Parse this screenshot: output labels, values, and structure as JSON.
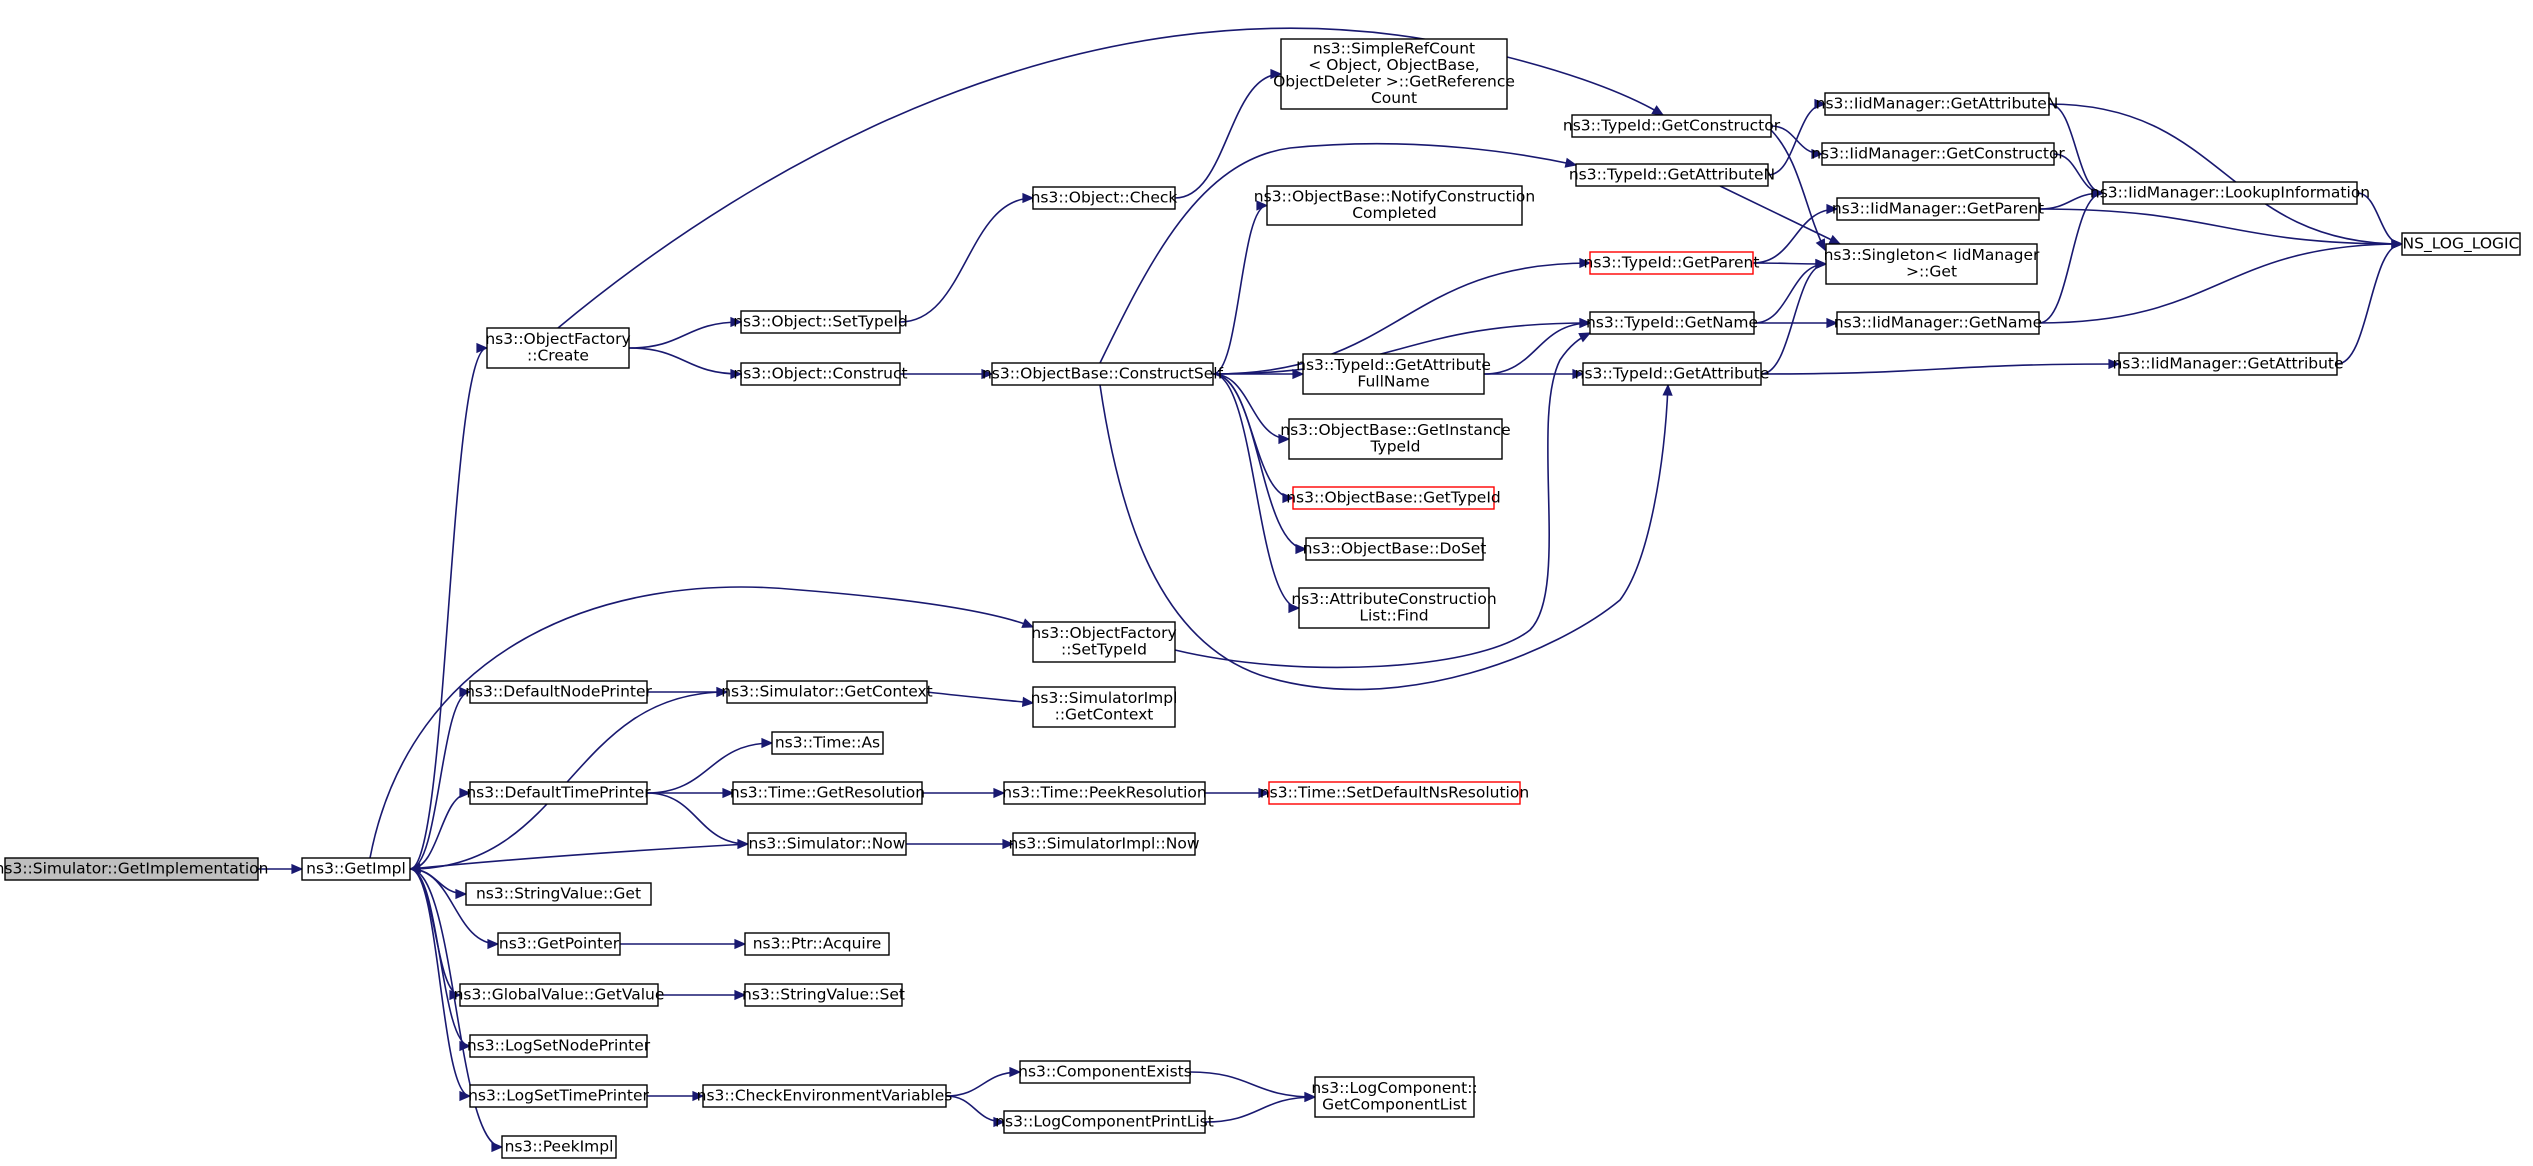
{
  "colors": {
    "edge": "#191970",
    "root_fill": "#bfbfbf",
    "highlight_border": "#ff0000",
    "node_border": "#000000"
  },
  "nodes": [
    {
      "id": "root",
      "lines": [
        "ns3::Simulator::GetImplementation"
      ],
      "style": "root"
    },
    {
      "id": "getimpl",
      "lines": [
        "ns3::GetImpl"
      ]
    },
    {
      "id": "of_create",
      "lines": [
        "ns3::ObjectFactory",
        "::Create"
      ]
    },
    {
      "id": "obj_settypeid",
      "lines": [
        "ns3::Object::SetTypeId"
      ]
    },
    {
      "id": "obj_construct",
      "lines": [
        "ns3::Object::Construct"
      ]
    },
    {
      "id": "obj_check",
      "lines": [
        "ns3::Object::Check"
      ]
    },
    {
      "id": "simplerefcount",
      "lines": [
        "ns3::SimpleRefCount",
        "< Object, ObjectBase,",
        "ObjectDeleter >::GetReference",
        "Count"
      ]
    },
    {
      "id": "ob_constructself",
      "lines": [
        "ns3::ObjectBase::ConstructSelf"
      ]
    },
    {
      "id": "ob_notify",
      "lines": [
        "ns3::ObjectBase::NotifyConstruction",
        "Completed"
      ]
    },
    {
      "id": "tid_getattrfullname",
      "lines": [
        "ns3::TypeId::GetAttribute",
        "FullName"
      ]
    },
    {
      "id": "ob_getinstance",
      "lines": [
        "ns3::ObjectBase::GetInstance",
        "TypeId"
      ]
    },
    {
      "id": "ob_gettypeid",
      "lines": [
        "ns3::ObjectBase::GetTypeId"
      ],
      "style": "red"
    },
    {
      "id": "ob_doset",
      "lines": [
        "ns3::ObjectBase::DoSet"
      ]
    },
    {
      "id": "acl_find",
      "lines": [
        "ns3::AttributeConstruction",
        "List::Find"
      ]
    },
    {
      "id": "tid_getconstructor",
      "lines": [
        "ns3::TypeId::GetConstructor"
      ]
    },
    {
      "id": "tid_getattributen",
      "lines": [
        "ns3::TypeId::GetAttributeN"
      ]
    },
    {
      "id": "tid_getparent",
      "lines": [
        "ns3::TypeId::GetParent"
      ],
      "style": "red"
    },
    {
      "id": "tid_getname",
      "lines": [
        "ns3::TypeId::GetName"
      ]
    },
    {
      "id": "tid_getattribute",
      "lines": [
        "ns3::TypeId::GetAttribute"
      ]
    },
    {
      "id": "singleton_get",
      "lines": [
        "ns3::Singleton< IidManager",
        ">::Get"
      ]
    },
    {
      "id": "iid_getattributen",
      "lines": [
        "ns3::IidManager::GetAttributeN"
      ]
    },
    {
      "id": "iid_getconstructor",
      "lines": [
        "ns3::IidManager::GetConstructor"
      ]
    },
    {
      "id": "iid_getparent",
      "lines": [
        "ns3::IidManager::GetParent"
      ]
    },
    {
      "id": "iid_getname",
      "lines": [
        "ns3::IidManager::GetName"
      ]
    },
    {
      "id": "iid_lookup",
      "lines": [
        "ns3::IidManager::LookupInformation"
      ]
    },
    {
      "id": "iid_getattribute",
      "lines": [
        "ns3::IidManager::GetAttribute"
      ]
    },
    {
      "id": "ns_log_logic",
      "lines": [
        "NS_LOG_LOGIC"
      ]
    },
    {
      "id": "of_settypeid",
      "lines": [
        "ns3::ObjectFactory",
        "::SetTypeId"
      ]
    },
    {
      "id": "defaultnodeprinter",
      "lines": [
        "ns3::DefaultNodePrinter"
      ]
    },
    {
      "id": "sim_getcontext",
      "lines": [
        "ns3::Simulator::GetContext"
      ]
    },
    {
      "id": "simimpl_getcontext",
      "lines": [
        "ns3::SimulatorImpl",
        "::GetContext"
      ]
    },
    {
      "id": "time_as",
      "lines": [
        "ns3::Time::As"
      ]
    },
    {
      "id": "defaulttimeprinter",
      "lines": [
        "ns3::DefaultTimePrinter"
      ]
    },
    {
      "id": "time_getresolution",
      "lines": [
        "ns3::Time::GetResolution"
      ]
    },
    {
      "id": "time_peekresolution",
      "lines": [
        "ns3::Time::PeekResolution"
      ]
    },
    {
      "id": "time_setdefaultns",
      "lines": [
        "ns3::Time::SetDefaultNsResolution"
      ],
      "style": "red"
    },
    {
      "id": "sim_now",
      "lines": [
        "ns3::Simulator::Now"
      ]
    },
    {
      "id": "simimpl_now",
      "lines": [
        "ns3::SimulatorImpl::Now"
      ]
    },
    {
      "id": "stringvalue_get",
      "lines": [
        "ns3::StringValue::Get"
      ]
    },
    {
      "id": "getpointer",
      "lines": [
        "ns3::GetPointer"
      ]
    },
    {
      "id": "ptr_acquire",
      "lines": [
        "ns3::Ptr::Acquire"
      ]
    },
    {
      "id": "gv_getvalue",
      "lines": [
        "ns3::GlobalValue::GetValue"
      ]
    },
    {
      "id": "stringvalue_set",
      "lines": [
        "ns3::StringValue::Set"
      ]
    },
    {
      "id": "logsetnodeprinter",
      "lines": [
        "ns3::LogSetNodePrinter"
      ]
    },
    {
      "id": "logsettimeprinter",
      "lines": [
        "ns3::LogSetTimePrinter"
      ]
    },
    {
      "id": "checkenv",
      "lines": [
        "ns3::CheckEnvironmentVariables"
      ]
    },
    {
      "id": "componentexists",
      "lines": [
        "ns3::ComponentExists"
      ]
    },
    {
      "id": "logcomponentprintlist",
      "lines": [
        "ns3::LogComponentPrintList"
      ]
    },
    {
      "id": "logcomponent_getlist",
      "lines": [
        "ns3::LogComponent::",
        "GetComponentList"
      ]
    },
    {
      "id": "peekimpl",
      "lines": [
        "ns3::PeekImpl"
      ]
    }
  ],
  "edges": [
    {
      "from": "root",
      "to": "getimpl"
    },
    {
      "from": "getimpl",
      "to": "of_create"
    },
    {
      "from": "getimpl",
      "to": "of_settypeid"
    },
    {
      "from": "getimpl",
      "to": "defaultnodeprinter"
    },
    {
      "from": "getimpl",
      "to": "sim_getcontext"
    },
    {
      "from": "getimpl",
      "to": "defaulttimeprinter"
    },
    {
      "from": "getimpl",
      "to": "stringvalue_get"
    },
    {
      "from": "getimpl",
      "to": "getpointer"
    },
    {
      "from": "getimpl",
      "to": "gv_getvalue"
    },
    {
      "from": "getimpl",
      "to": "logsetnodeprinter"
    },
    {
      "from": "getimpl",
      "to": "logsettimeprinter"
    },
    {
      "from": "getimpl",
      "to": "peekimpl"
    },
    {
      "from": "sim_now",
      "to": "getimpl"
    },
    {
      "from": "of_create",
      "to": "tid_getconstructor"
    },
    {
      "from": "of_create",
      "to": "obj_settypeid"
    },
    {
      "from": "of_create",
      "to": "obj_construct"
    },
    {
      "from": "obj_settypeid",
      "to": "obj_check"
    },
    {
      "from": "obj_check",
      "to": "simplerefcount"
    },
    {
      "from": "obj_construct",
      "to": "ob_constructself"
    },
    {
      "from": "ob_constructself",
      "to": "tid_getattributen"
    },
    {
      "from": "ob_constructself",
      "to": "ob_notify"
    },
    {
      "from": "ob_constructself",
      "to": "tid_getparent"
    },
    {
      "from": "ob_constructself",
      "to": "tid_getname"
    },
    {
      "from": "ob_constructself",
      "to": "tid_getattrfullname"
    },
    {
      "from": "ob_constructself",
      "to": "ob_getinstance"
    },
    {
      "from": "ob_constructself",
      "to": "ob_gettypeid"
    },
    {
      "from": "ob_constructself",
      "to": "ob_doset"
    },
    {
      "from": "ob_constructself",
      "to": "acl_find"
    },
    {
      "from": "ob_constructself",
      "to": "tid_getattribute"
    },
    {
      "from": "tid_getattrfullname",
      "to": "tid_getname"
    },
    {
      "from": "tid_getattrfullname",
      "to": "tid_getattribute"
    },
    {
      "from": "tid_getconstructor",
      "to": "iid_getconstructor"
    },
    {
      "from": "tid_getconstructor",
      "to": "singleton_get"
    },
    {
      "from": "tid_getattributen",
      "to": "iid_getattributen"
    },
    {
      "from": "tid_getattributen",
      "to": "singleton_get"
    },
    {
      "from": "tid_getparent",
      "to": "iid_getparent"
    },
    {
      "from": "tid_getparent",
      "to": "singleton_get"
    },
    {
      "from": "tid_getname",
      "to": "singleton_get"
    },
    {
      "from": "tid_getname",
      "to": "iid_getname"
    },
    {
      "from": "tid_getattribute",
      "to": "singleton_get"
    },
    {
      "from": "tid_getattribute",
      "to": "iid_getattribute"
    },
    {
      "from": "iid_getattributen",
      "to": "iid_lookup"
    },
    {
      "from": "iid_getattributen",
      "to": "ns_log_logic"
    },
    {
      "from": "iid_getconstructor",
      "to": "iid_lookup"
    },
    {
      "from": "iid_getparent",
      "to": "iid_lookup"
    },
    {
      "from": "iid_getparent",
      "to": "ns_log_logic"
    },
    {
      "from": "iid_getname",
      "to": "iid_lookup"
    },
    {
      "from": "iid_getname",
      "to": "ns_log_logic"
    },
    {
      "from": "iid_lookup",
      "to": "ns_log_logic"
    },
    {
      "from": "iid_getattribute",
      "to": "ns_log_logic"
    },
    {
      "from": "of_settypeid",
      "to": "tid_getname"
    },
    {
      "from": "defaultnodeprinter",
      "to": "sim_getcontext"
    },
    {
      "from": "sim_getcontext",
      "to": "simimpl_getcontext"
    },
    {
      "from": "defaulttimeprinter",
      "to": "time_as"
    },
    {
      "from": "defaulttimeprinter",
      "to": "time_getresolution"
    },
    {
      "from": "defaulttimeprinter",
      "to": "sim_now"
    },
    {
      "from": "time_getresolution",
      "to": "time_peekresolution"
    },
    {
      "from": "time_peekresolution",
      "to": "time_setdefaultns"
    },
    {
      "from": "sim_now",
      "to": "simimpl_now"
    },
    {
      "from": "getpointer",
      "to": "ptr_acquire"
    },
    {
      "from": "gv_getvalue",
      "to": "stringvalue_set"
    },
    {
      "from": "logsettimeprinter",
      "to": "checkenv"
    },
    {
      "from": "checkenv",
      "to": "componentexists"
    },
    {
      "from": "checkenv",
      "to": "logcomponentprintlist"
    },
    {
      "from": "componentexists",
      "to": "logcomponent_getlist"
    },
    {
      "from": "logcomponentprintlist",
      "to": "logcomponent_getlist"
    }
  ]
}
